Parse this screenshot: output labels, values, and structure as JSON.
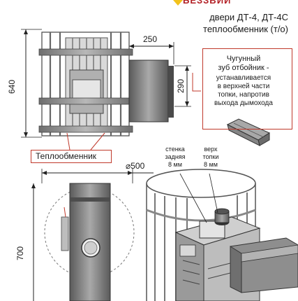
{
  "header": {
    "brand": "БЕЗЗВИЙ",
    "subtitle": "СТАНДАРТ",
    "doors": "двери ДТ-4, ДТ-4С",
    "heat_exchanger": "теплообменник (т/о)"
  },
  "dimensions": {
    "height_640": "640",
    "width_250": "250",
    "height_290": "290",
    "diameter_500": "⌀500",
    "height_700": "700"
  },
  "callout": {
    "lines": [
      "Чугунный",
      "зуб отбойник -",
      "устанавливается",
      "в верхней части",
      "топки, напротив",
      "выхода дымохода"
    ]
  },
  "labels": {
    "heat_exchanger_label": "Теплообменник",
    "rear_wall": [
      "стенка",
      "задняя",
      "8 мм"
    ],
    "firebox_top": [
      "верх",
      "топки",
      "8 мм"
    ]
  },
  "colors": {
    "accent": "#c0392b",
    "steel": "#8a8a8a",
    "steel_dark": "#555555",
    "steel_light": "#cfcfcf"
  }
}
